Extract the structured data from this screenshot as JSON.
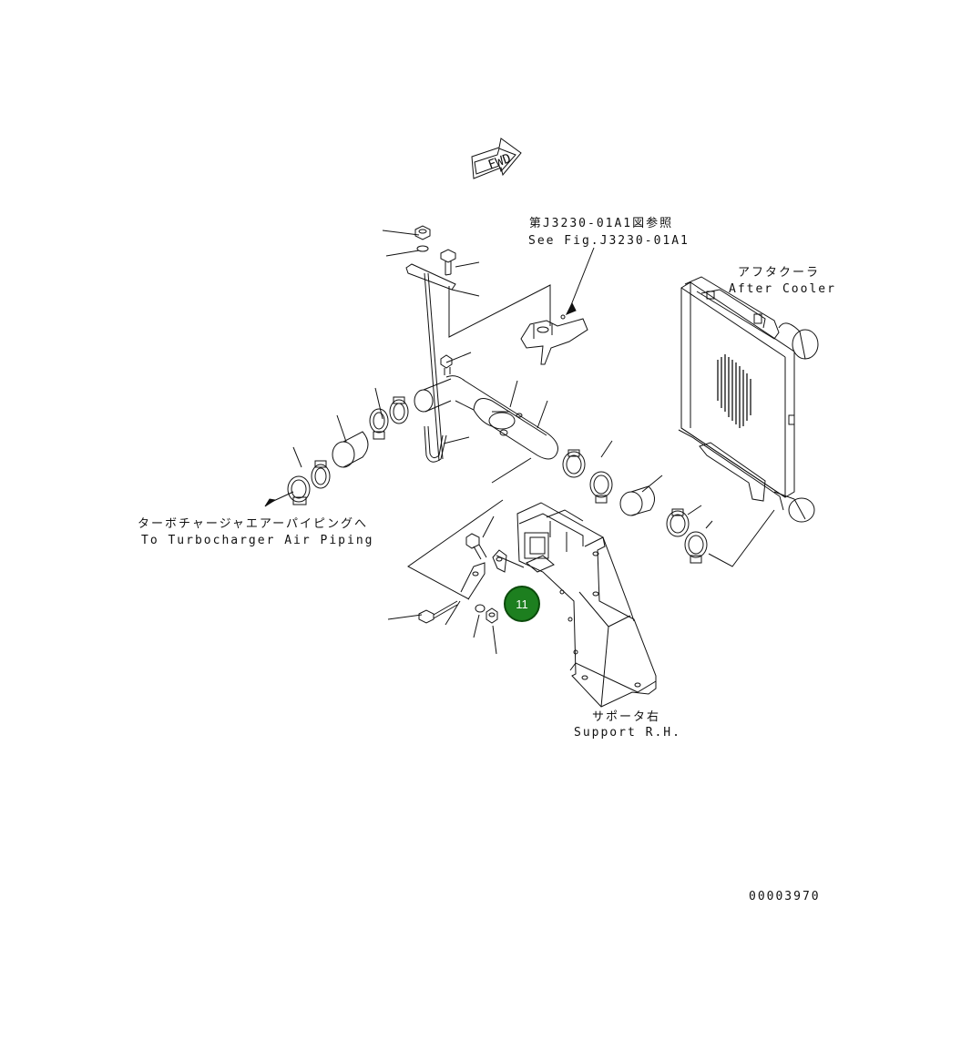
{
  "fwd_marker": {
    "text": "FWD"
  },
  "labels": {
    "ref_figure_jp": "第J3230-01A1図参照",
    "ref_figure_en": "See Fig.J3230-01A1",
    "after_cooler_jp": "アフタクーラ",
    "after_cooler_en": "After Cooler",
    "turbo_piping_jp": "ターボチャージャエアーパイピングへ",
    "turbo_piping_en": "To Turbocharger Air Piping",
    "support_jp": "サポータ右",
    "support_en": "Support R.H."
  },
  "callout": {
    "number": "11"
  },
  "drawing_number": "00003970",
  "colors": {
    "callout_fill": "#1d7f1f",
    "line": "#111111"
  }
}
